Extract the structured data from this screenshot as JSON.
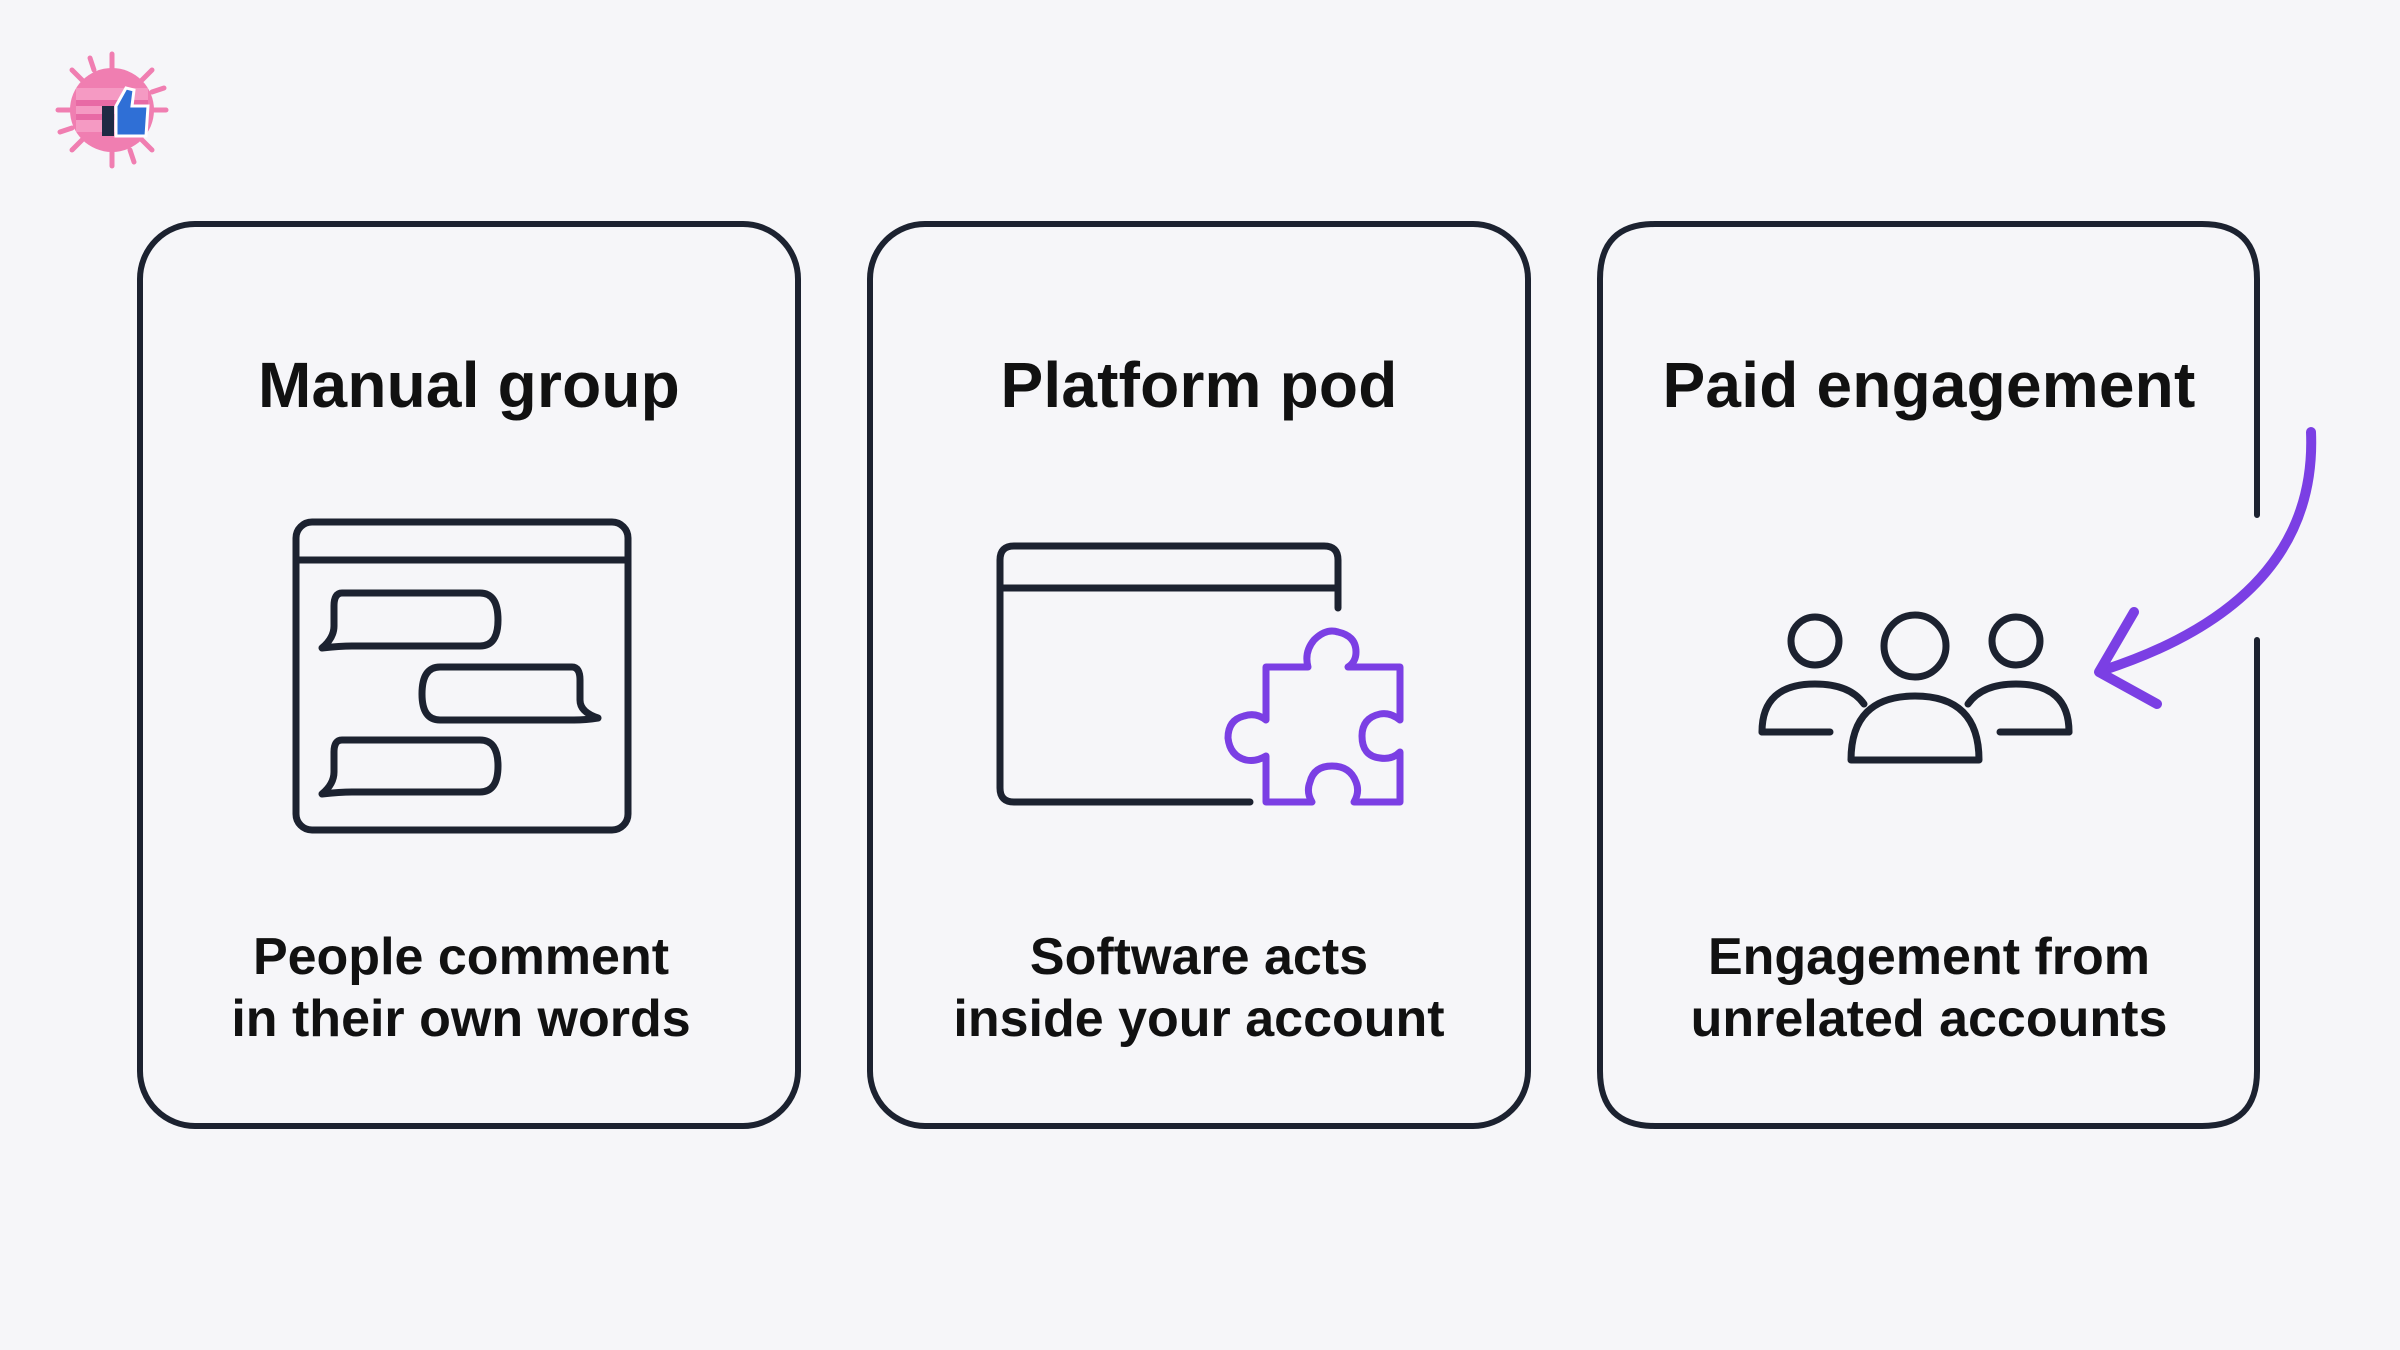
{
  "logo": {
    "icon": "thumbs-up-icon",
    "colors": {
      "pink": "#f07eb1",
      "blue": "#2f6fd6"
    }
  },
  "accent_color": "#7b3fe4",
  "stroke_color": "#1c2230",
  "cards": [
    {
      "title": "Manual group",
      "icon": "chat-window-icon",
      "caption_line1": "People comment",
      "caption_line2": "in their own words"
    },
    {
      "title": "Platform pod",
      "icon": "puzzle-window-icon",
      "caption_line1": "Software acts",
      "caption_line2": "inside your account"
    },
    {
      "title": "Paid engagement",
      "icon": "people-group-icon",
      "caption_line1": "Engagement from",
      "caption_line2": "unrelated accounts"
    }
  ]
}
